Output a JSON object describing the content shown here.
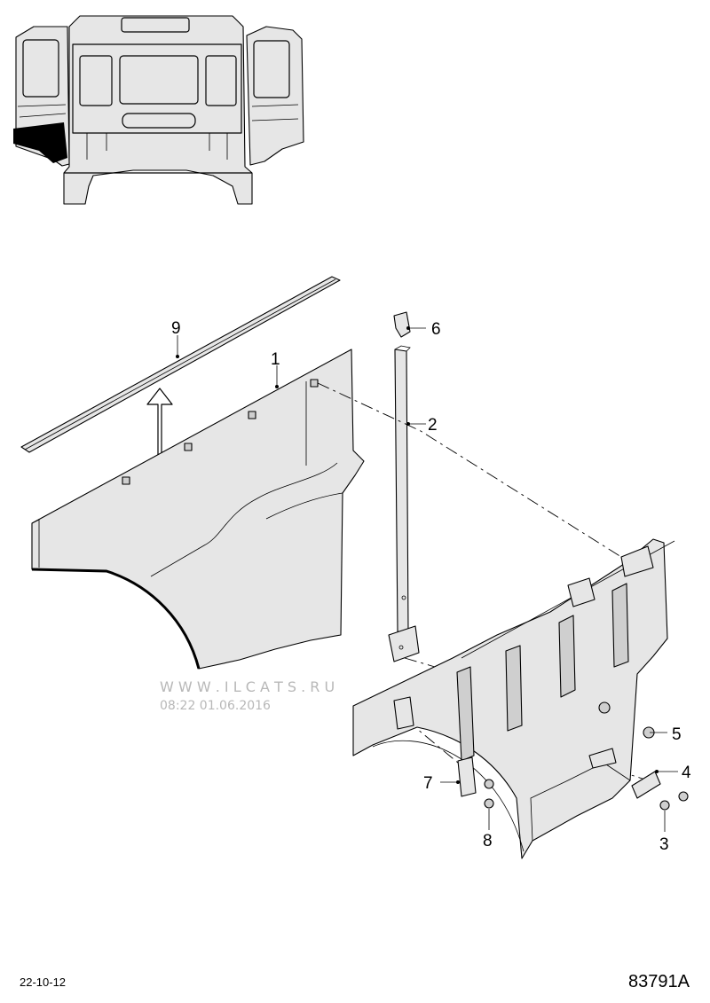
{
  "diagram": {
    "callouts": [
      "1",
      "2",
      "3",
      "4",
      "5",
      "6",
      "7",
      "8",
      "9"
    ],
    "watermark": {
      "site": "W W W . I L C A T S . R U",
      "timestamp": "08:22 01.06.2016"
    },
    "footer": {
      "date_code": "22-10-12",
      "drawing_number": "83791A"
    }
  }
}
